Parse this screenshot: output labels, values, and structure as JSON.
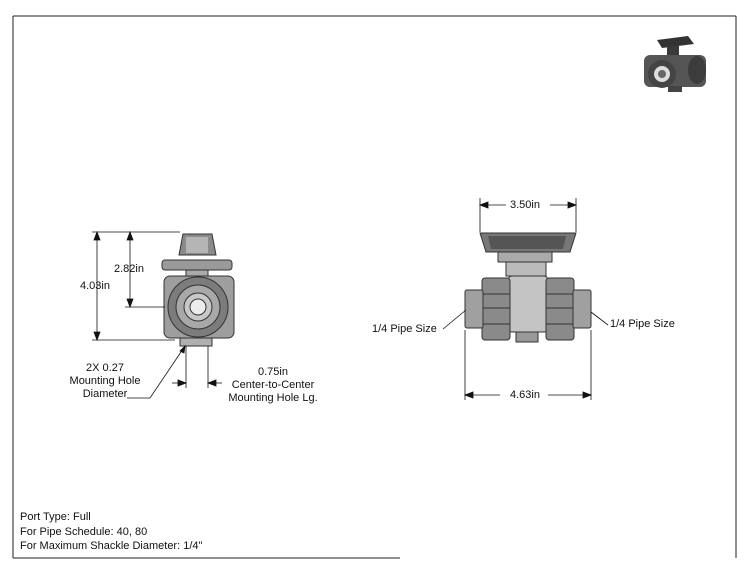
{
  "left_view": {
    "overall_height": "4.03in",
    "handle_height": "2.82in",
    "hole_diameter_line1": "2X 0.27",
    "hole_diameter_line2": "Mounting Hole",
    "hole_diameter_line3": "Diameter",
    "hole_spacing_line1": "0.75in",
    "hole_spacing_line2": "Center-to-Center",
    "hole_spacing_line3": "Mounting Hole Lg."
  },
  "right_view": {
    "handle_width": "3.50in",
    "overall_length": "4.63in",
    "left_pipe_size": "1/4  Pipe Size",
    "right_pipe_size": "1/4  Pipe Size"
  },
  "notes": [
    "Port Type: Full",
    "For Pipe Schedule: 40, 80",
    "For Maximum Shackle Diameter: 1/4\""
  ]
}
